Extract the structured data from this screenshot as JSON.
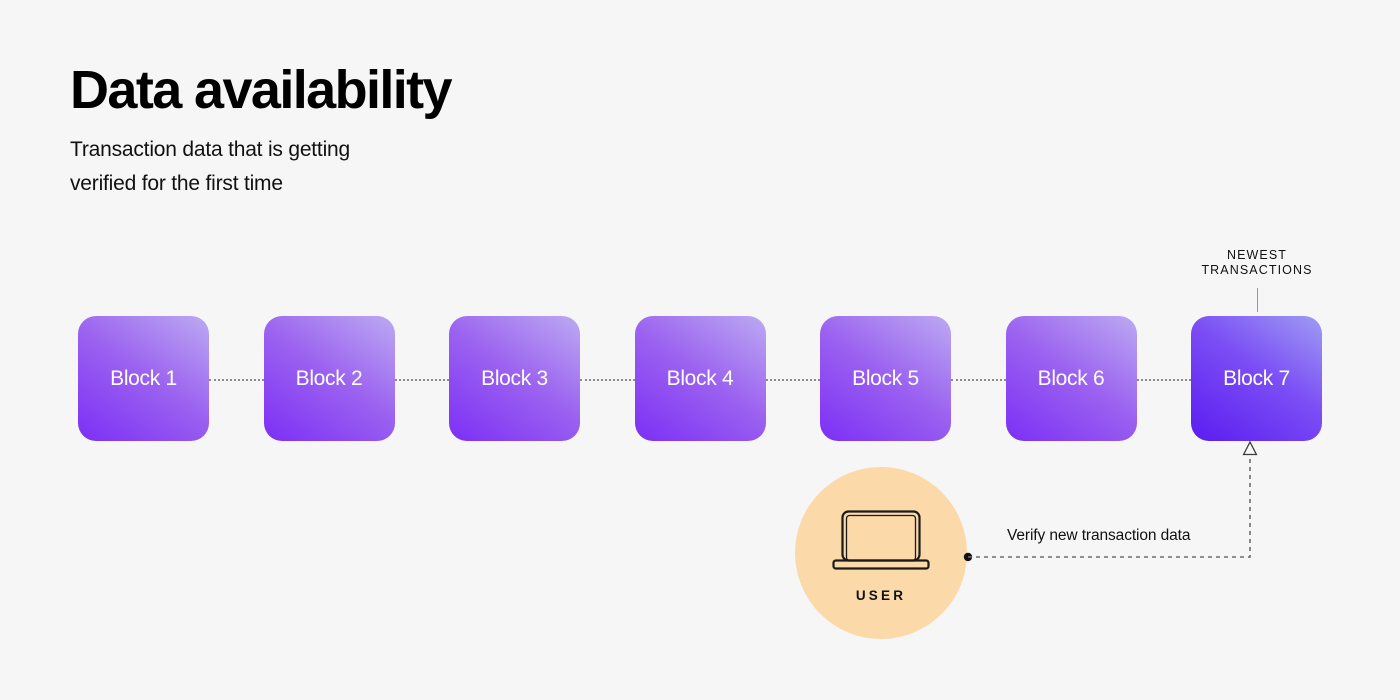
{
  "header": {
    "title": "Data availability",
    "subtitle": "Transaction data that is getting\nverified for the first time"
  },
  "chain": {
    "blocks": [
      {
        "label": "Block 1",
        "newest": false
      },
      {
        "label": "Block 2",
        "newest": false
      },
      {
        "label": "Block 3",
        "newest": false
      },
      {
        "label": "Block 4",
        "newest": false
      },
      {
        "label": "Block 5",
        "newest": false
      },
      {
        "label": "Block 6",
        "newest": false
      },
      {
        "label": "Block 7",
        "newest": true
      }
    ],
    "connector_style": "dotted"
  },
  "annotations": {
    "newest_transactions": "NEWEST\nTRANSACTIONS",
    "verify_label": "Verify new transaction data"
  },
  "user_node": {
    "label": "USER",
    "icon": "laptop-icon",
    "circle_color": "#fbd9a9"
  },
  "colors": {
    "background": "#f6f6f6",
    "block_gradient_light": "#bcaaf2",
    "block_gradient_mid": "#9b62f0",
    "block_gradient_dark": "#7c2ff5",
    "newest_block_light": "#9f9cf4",
    "newest_block_dark": "#5b1cf0",
    "user_circle": "#fbd9a9",
    "text_primary": "#111111",
    "connector_gray": "#8b8b8b"
  }
}
